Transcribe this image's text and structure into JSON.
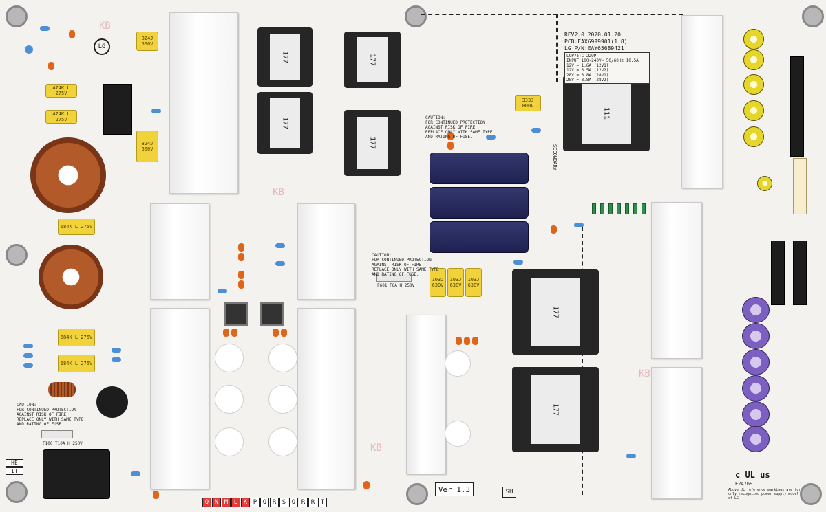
{
  "board": {
    "rev_text": "REV2.0  2020.01.20",
    "pcb_text": "PCB:EAX6999901(1.8)",
    "lg_pn": "LG P/N:EAY65689421",
    "model_table": {
      "model": "LGP75TC-22UP",
      "input": "INPUT 100-240V~ 50/60Hz 10.5A",
      "outputs": [
        "12V = 1.6A  (12V1)",
        "12V = 3.5A  (12V2)",
        "28V = 3.8A  (28V1)",
        "28V = 3.8A  (28V2)"
      ]
    },
    "ver_label": "Ver 1.3",
    "sh_label": "SH",
    "sec_label": "SECONDARY",
    "ul_mark": "c UL us",
    "ul_number": "E247691",
    "ul_small": "Above UL reference markings are for only recognized power supply model of LG",
    "bottom_letters": [
      "O",
      "N",
      "M",
      "L",
      "K",
      "P",
      "Q",
      "R",
      "S",
      "Q",
      "R",
      "R",
      "T"
    ],
    "label_he": "HE",
    "label_it": "IT",
    "kb_marks": [
      "KB",
      "KB",
      "KB",
      "KB"
    ],
    "cautions": [
      "CAUTION:\nFOR CONTINUED PROTECTION\nAGAINST RISK OF FIRE\nREPLACE ONLY WITH SAME TYPE\nAND RATING OF FUSE.",
      "CAUTION:\nFOR CONTINUED PROTECTION\nAGAINST RISK OF FIRE\nREPLACE ONLY WITH SAME TYPE\nAND RATING OF FUSE.",
      "CAUTION:\nFOR CONTINUED PROTECTION\nAGAINST RISK OF FIRE\nREPLACE ONLY WITH SAME TYPE\nAND RATING OF FUSE."
    ],
    "fuse_labels": [
      "F100  T10A H 250V",
      "F601  F6A H 250V"
    ],
    "cap_labels": [
      "824J 500V",
      "474K L 275V",
      "474K L 275V",
      "824J 500V",
      "684K L 275V",
      "684K L 275V",
      "684K L 275V",
      "333J 800V",
      "103J 630V",
      "103J 630V",
      "103J 630V"
    ],
    "xfmr_labels": [
      "177",
      "177",
      "177",
      "177",
      "111",
      "177",
      "177"
    ],
    "colors": {
      "board": "#f3f2ee",
      "capacitor_yellow": "#f1d23a",
      "copper": "#b35a2a",
      "electrolytic_blue": "#1e2150",
      "electrolytic_purple": "#7b5fc1"
    }
  }
}
